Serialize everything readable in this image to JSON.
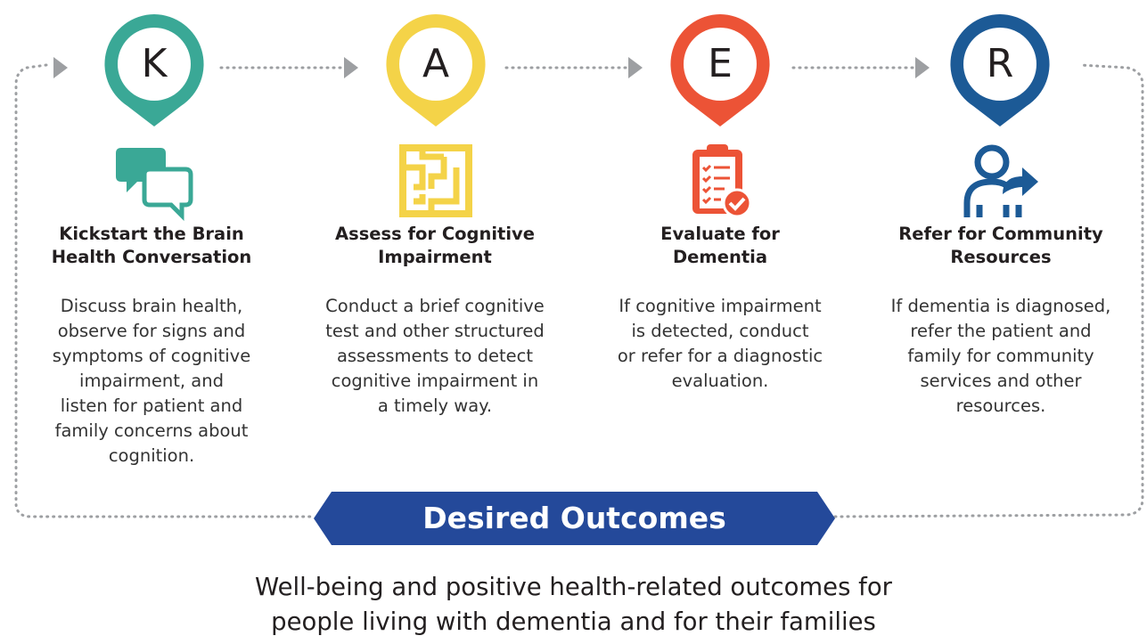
{
  "steps": [
    {
      "letter": "K",
      "color": "#3aa896",
      "icon": "chat-bubbles-icon",
      "title_lines": [
        "Kickstart the Brain",
        "Health Conversation"
      ],
      "desc_lines": [
        "Discuss brain health,",
        "observe for signs and",
        "symptoms of cognitive",
        "impairment, and",
        "listen for patient and",
        "family concerns about",
        "cognition."
      ]
    },
    {
      "letter": "A",
      "color": "#f4d348",
      "icon": "maze-icon",
      "title_lines": [
        "Assess for Cognitive",
        "Impairment"
      ],
      "desc_lines": [
        "Conduct a brief cognitive",
        "test and other structured",
        "assessments to detect",
        "cognitive impairment in",
        "a timely way."
      ]
    },
    {
      "letter": "E",
      "color": "#ec5336",
      "icon": "clipboard-check-icon",
      "title_lines": [
        "Evaluate for",
        "Dementia"
      ],
      "desc_lines": [
        "If cognitive impairment",
        "is detected, conduct",
        "or refer for a diagnostic",
        "evaluation."
      ]
    },
    {
      "letter": "R",
      "color": "#1c5a96",
      "icon": "person-referral-icon",
      "title_lines": [
        "Refer for Community",
        "Resources"
      ],
      "desc_lines": [
        "If dementia is diagnosed,",
        "refer the patient and",
        "family for community",
        "services and other",
        "resources."
      ]
    }
  ],
  "banner": {
    "label": "Desired Outcomes",
    "color": "#24499a"
  },
  "outcomes": {
    "lines": [
      "Well-being and  positive health-related outcomes for",
      "people living with dementia and for their families"
    ]
  },
  "connector_color": "#9d9fa2"
}
